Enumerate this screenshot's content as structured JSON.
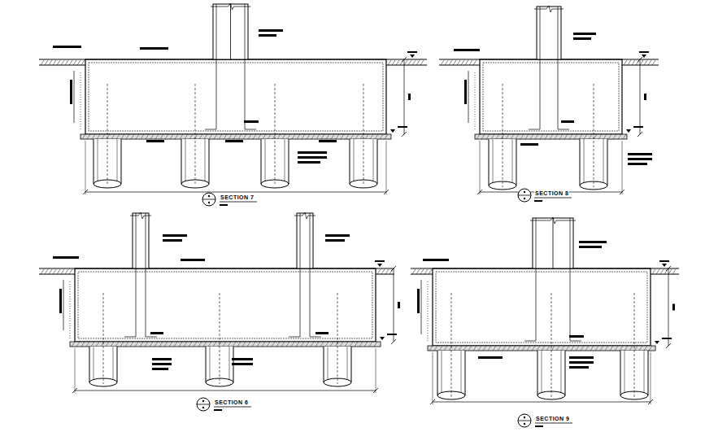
{
  "diagram": {
    "labels": [
      "SECTION 7",
      "SECTION 8",
      "SECTION 6",
      "SECTION 9"
    ]
  }
}
